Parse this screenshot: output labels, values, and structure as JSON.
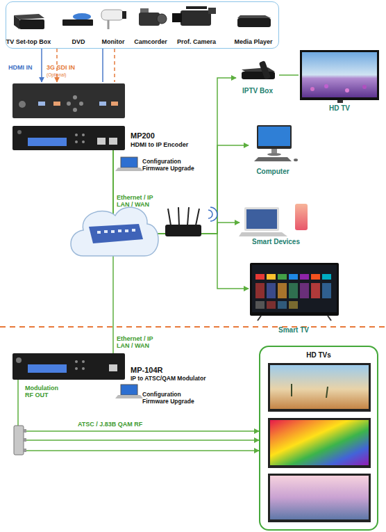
{
  "diagram": {
    "nodes": [
      {
        "text": [
          "TV Set-top Box",
          "DVD",
          "Monitor",
          "Camcorder",
          "Prof. Camera",
          "Media Player"
        ]
      },
      {
        "text": [
          "MP200",
          "HDMI to IP Encoder"
        ]
      },
      {
        "text": [
          "IPTV Box"
        ]
      },
      {
        "text": [
          "HD TV"
        ]
      },
      {
        "text": [
          "Computer"
        ]
      },
      {
        "text": [
          "Smart Devices"
        ]
      },
      {
        "text": [
          "Smart TV"
        ]
      },
      {
        "text": [
          "MP-104R",
          "IP to ATSC/QAM Modulator"
        ]
      },
      {
        "text": [
          "HD TVs"
        ]
      }
    ],
    "edges": [
      {
        "from": 0,
        "to": 1,
        "arrow": "to",
        "label": "HDMI IN"
      },
      {
        "from": 0,
        "to": 1,
        "arrow": "to",
        "label": "3G SDI IN"
      },
      {
        "from": 1,
        "to": 7,
        "arrow": "none",
        "label": "Ethernet / IP LAN / WAN"
      },
      {
        "from": 1,
        "to": 2,
        "arrow": "to"
      },
      {
        "from": 2,
        "to": 3,
        "arrow": "none"
      },
      {
        "from": 1,
        "to": 4,
        "arrow": "to"
      },
      {
        "from": 1,
        "to": 5,
        "arrow": "to"
      },
      {
        "from": 1,
        "to": 6,
        "arrow": "to"
      },
      {
        "from": 7,
        "to": 8,
        "arrow": "to",
        "label": "ATSC / J.83B QAM RF"
      }
    ],
    "labels": [
      "(Optional)",
      "Configuration Firmware Upgrade",
      "Ethernet / IP LAN / WAN",
      "Configuration Firmware Upgrade",
      "Modulation RF OUT"
    ]
  }
}
